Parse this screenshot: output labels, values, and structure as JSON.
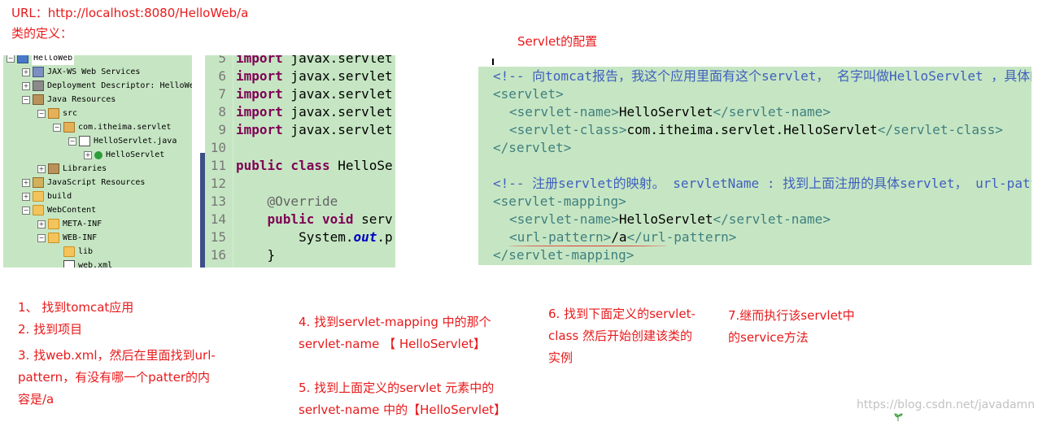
{
  "url_line": "URL：http://localhost:8080/HelloWeb/a",
  "class_def_label": "类的定义：",
  "servlet_config_label": "Servlet的配置",
  "explorer": {
    "items": [
      {
        "label": "HelloWeb",
        "expander": "−",
        "icon": "project-icon"
      },
      {
        "label": "JAX-WS Web Services",
        "expander": "+",
        "icon": "webservice-icon"
      },
      {
        "label": "Deployment Descriptor: HelloWeb",
        "expander": "+",
        "icon": "descriptor-icon"
      },
      {
        "label": "Java Resources",
        "expander": "−",
        "icon": "java-resources-icon"
      },
      {
        "label": "src",
        "expander": "−",
        "icon": "source-folder-icon"
      },
      {
        "label": "com.itheima.servlet",
        "expander": "−",
        "icon": "package-icon"
      },
      {
        "label": "HelloServlet.java",
        "expander": "−",
        "icon": "java-file-icon"
      },
      {
        "label": "HelloServlet",
        "expander": "+",
        "icon": "class-icon"
      },
      {
        "label": "Libraries",
        "expander": "+",
        "icon": "library-icon"
      },
      {
        "label": "JavaScript Resources",
        "expander": "+",
        "icon": "javascript-icon"
      },
      {
        "label": "build",
        "expander": "+",
        "icon": "folder-icon"
      },
      {
        "label": "WebContent",
        "expander": "−",
        "icon": "folder-icon"
      },
      {
        "label": "META-INF",
        "expander": "+",
        "icon": "folder-icon"
      },
      {
        "label": "WEB-INF",
        "expander": "−",
        "icon": "folder-icon"
      },
      {
        "label": "lib",
        "expander": "",
        "icon": "folder-icon"
      },
      {
        "label": "web.xml",
        "expander": "",
        "icon": "xml-file-icon"
      }
    ]
  },
  "code": {
    "lines": [
      {
        "num": "5",
        "kw": "import",
        "rest": " javax.servlet"
      },
      {
        "num": "6",
        "kw": "import",
        "rest": " javax.servlet"
      },
      {
        "num": "7",
        "kw": "import",
        "rest": " javax.servlet"
      },
      {
        "num": "8",
        "kw": "import",
        "rest": " javax.servlet"
      },
      {
        "num": "9",
        "kw": "import",
        "rest": " javax.servlet"
      },
      {
        "num": "10",
        "kw": "",
        "rest": ""
      },
      {
        "num": "11",
        "kw": "public class",
        "rest": " HelloSe"
      },
      {
        "num": "12",
        "kw": "",
        "rest": ""
      },
      {
        "num": "13",
        "kw": "",
        "ann": "    @Override",
        "rest": ""
      },
      {
        "num": "14",
        "kw": "    public void",
        "rest": " serv"
      },
      {
        "num": "15",
        "kw": "",
        "rest": "        System.",
        "it": "out",
        "rest2": ".p"
      },
      {
        "num": "16",
        "kw": "",
        "rest": "    }"
      }
    ]
  },
  "xml": {
    "comment1": "<!-- 向tomcat报告，我这个应用里面有这个servlet， 名字叫做HelloServlet ，具体的",
    "servlet_open": "<servlet>",
    "servlet_name_open": "<servlet-name>",
    "servlet_name_value": "HelloServlet",
    "servlet_name_close": "</servlet-name>",
    "servlet_class_open": "<servlet-class>",
    "servlet_class_value": "com.itheima.servlet.HelloServlet",
    "servlet_class_close": "</servlet-class>",
    "servlet_close": "</servlet>",
    "comment2": "<!-- 注册servlet的映射。 servletName : 找到上面注册的具体servlet， url-patt",
    "mapping_open": "<servlet-mapping>",
    "mapping_name_open": "<servlet-name>",
    "mapping_name_value": "HelloServlet",
    "mapping_name_close": "</servlet-name>",
    "url_open": "<url-pattern>",
    "url_value": "/a",
    "url_close": "</url-pattern>",
    "mapping_close": "</servlet-mapping>"
  },
  "notes": {
    "n1": "1、 找到tomcat应用",
    "n2": "2.  找到项目",
    "n3a": "3. 找web.xml，然后在里面找到url-",
    "n3b": "pattern，有没有哪一个patter的内",
    "n3c": "容是/a",
    "n4a": "4. 找到servlet-mapping 中的那个",
    "n4b": "servlet-name 【 HelloServlet】",
    "n5a": "5. 找到上面定义的servlet 元素中的",
    "n5b": "serlvet-name 中的【HelloServlet】",
    "n6a": "6. 找到下面定义的servlet-",
    "n6b": "class 然后开始创建该类的",
    "n6c": "实例",
    "n7a": "7.继而执行该servlet中",
    "n7b": "的service方法"
  },
  "watermark": "https://blog.csdn.net/javadamn",
  "colors": {
    "note_red": "#e8191b",
    "editor_bg": "#c6e6c3",
    "keyword": "#7f0055",
    "xml_tag": "#3f7f7f",
    "xml_comment": "#3f5fbf"
  }
}
